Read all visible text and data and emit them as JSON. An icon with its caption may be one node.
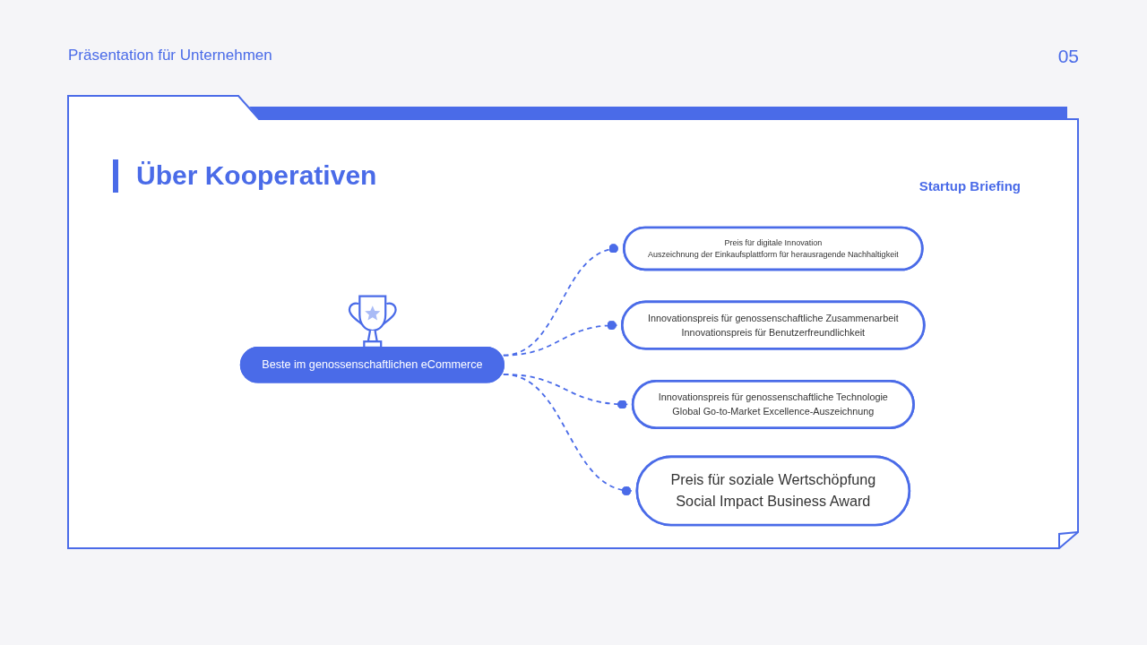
{
  "diagram": {
    "title": "Über Kooperativen",
    "nodes": [
      {
        "text": [
          "Preis für digitale Innovation",
          "Auszeichnung der Einkaufsplattform für herausragende Nachhaltigkeit"
        ]
      },
      {
        "text": [
          "Innovationspreis für genossenschaftliche Zusammenarbeit",
          "Innovationspreis für Benutzerfreundlichkeit"
        ]
      },
      {
        "text": [
          "Beste im genossenschaftlichen eCommerce"
        ]
      },
      {
        "text": [
          "Innovationspreis für genossenschaftliche Technologie",
          "Global Go-to-Market Excellence-Auszeichnung"
        ]
      },
      {
        "text": [
          "Preis für soziale Wertschöpfung",
          "Social Impact Business Award"
        ]
      }
    ],
    "edges": [
      {
        "from": 2,
        "to": 0,
        "arrow": "other",
        "style": "dashed"
      },
      {
        "from": 2,
        "to": 1,
        "arrow": "other",
        "style": "dashed"
      },
      {
        "from": 2,
        "to": 3,
        "arrow": "other",
        "style": "dashed"
      },
      {
        "from": 2,
        "to": 4,
        "arrow": "other",
        "style": "dashed"
      }
    ],
    "labels": [
      "Präsentation für Unternehmen",
      "05",
      "Startup Briefing"
    ]
  }
}
